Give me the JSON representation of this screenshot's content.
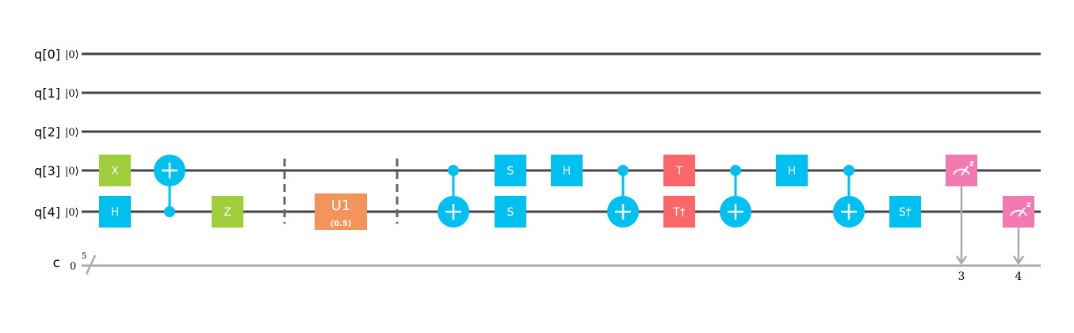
{
  "qubits": [
    {
      "name": "q[0]",
      "init": "|0⟩"
    },
    {
      "name": "q[1]",
      "init": "|0⟩"
    },
    {
      "name": "q[2]",
      "init": "|0⟩"
    },
    {
      "name": "q[3]",
      "init": "|0⟩"
    },
    {
      "name": "q[4]",
      "init": "|0⟩"
    }
  ],
  "classical": {
    "name": "c",
    "init": "0",
    "width": "5"
  },
  "colors": {
    "wire": "#444444",
    "classical_wire": "#aaaaaa",
    "pauli_green": "#9ecf3a",
    "clifford_blue": "#00c0ef",
    "t_red": "#fb6668",
    "u1_orange": "#f3945a",
    "measure_pink": "#f27ab0",
    "barrier": "#666666"
  },
  "gates": [
    {
      "kind": "box",
      "label": "X",
      "qubit": 3,
      "col": 1,
      "color": "pauli_green"
    },
    {
      "kind": "box",
      "label": "H",
      "qubit": 4,
      "col": 1,
      "color": "clifford_blue"
    },
    {
      "kind": "cx",
      "control": 4,
      "target": 3,
      "col": 2
    },
    {
      "kind": "box",
      "label": "Z",
      "qubit": 4,
      "col": 3,
      "color": "pauli_green"
    },
    {
      "kind": "barrier",
      "col": 4
    },
    {
      "kind": "box",
      "label": "U1",
      "param": "(0.5)",
      "qubit": 4,
      "col": 5,
      "color": "u1_orange",
      "wide": true
    },
    {
      "kind": "barrier",
      "col": 6
    },
    {
      "kind": "cx",
      "control": 3,
      "target": 4,
      "col": 7
    },
    {
      "kind": "box",
      "label": "S",
      "qubit": 3,
      "col": 8,
      "color": "clifford_blue"
    },
    {
      "kind": "box",
      "label": "S",
      "qubit": 4,
      "col": 8,
      "color": "clifford_blue"
    },
    {
      "kind": "box",
      "label": "H",
      "qubit": 3,
      "col": 9,
      "color": "clifford_blue"
    },
    {
      "kind": "cx",
      "control": 3,
      "target": 4,
      "col": 10
    },
    {
      "kind": "box",
      "label": "T",
      "qubit": 3,
      "col": 11,
      "color": "t_red"
    },
    {
      "kind": "box",
      "label": "T†",
      "qubit": 4,
      "col": 11,
      "color": "t_red"
    },
    {
      "kind": "cx",
      "control": 3,
      "target": 4,
      "col": 12
    },
    {
      "kind": "box",
      "label": "H",
      "qubit": 3,
      "col": 13,
      "color": "clifford_blue"
    },
    {
      "kind": "cx",
      "control": 3,
      "target": 4,
      "col": 14
    },
    {
      "kind": "box",
      "label": "S†",
      "qubit": 4,
      "col": 15,
      "color": "clifford_blue"
    },
    {
      "kind": "measure",
      "qubit": 3,
      "clbit": "3",
      "col": 16
    },
    {
      "kind": "measure",
      "qubit": 4,
      "clbit": "4",
      "col": 17
    }
  ]
}
